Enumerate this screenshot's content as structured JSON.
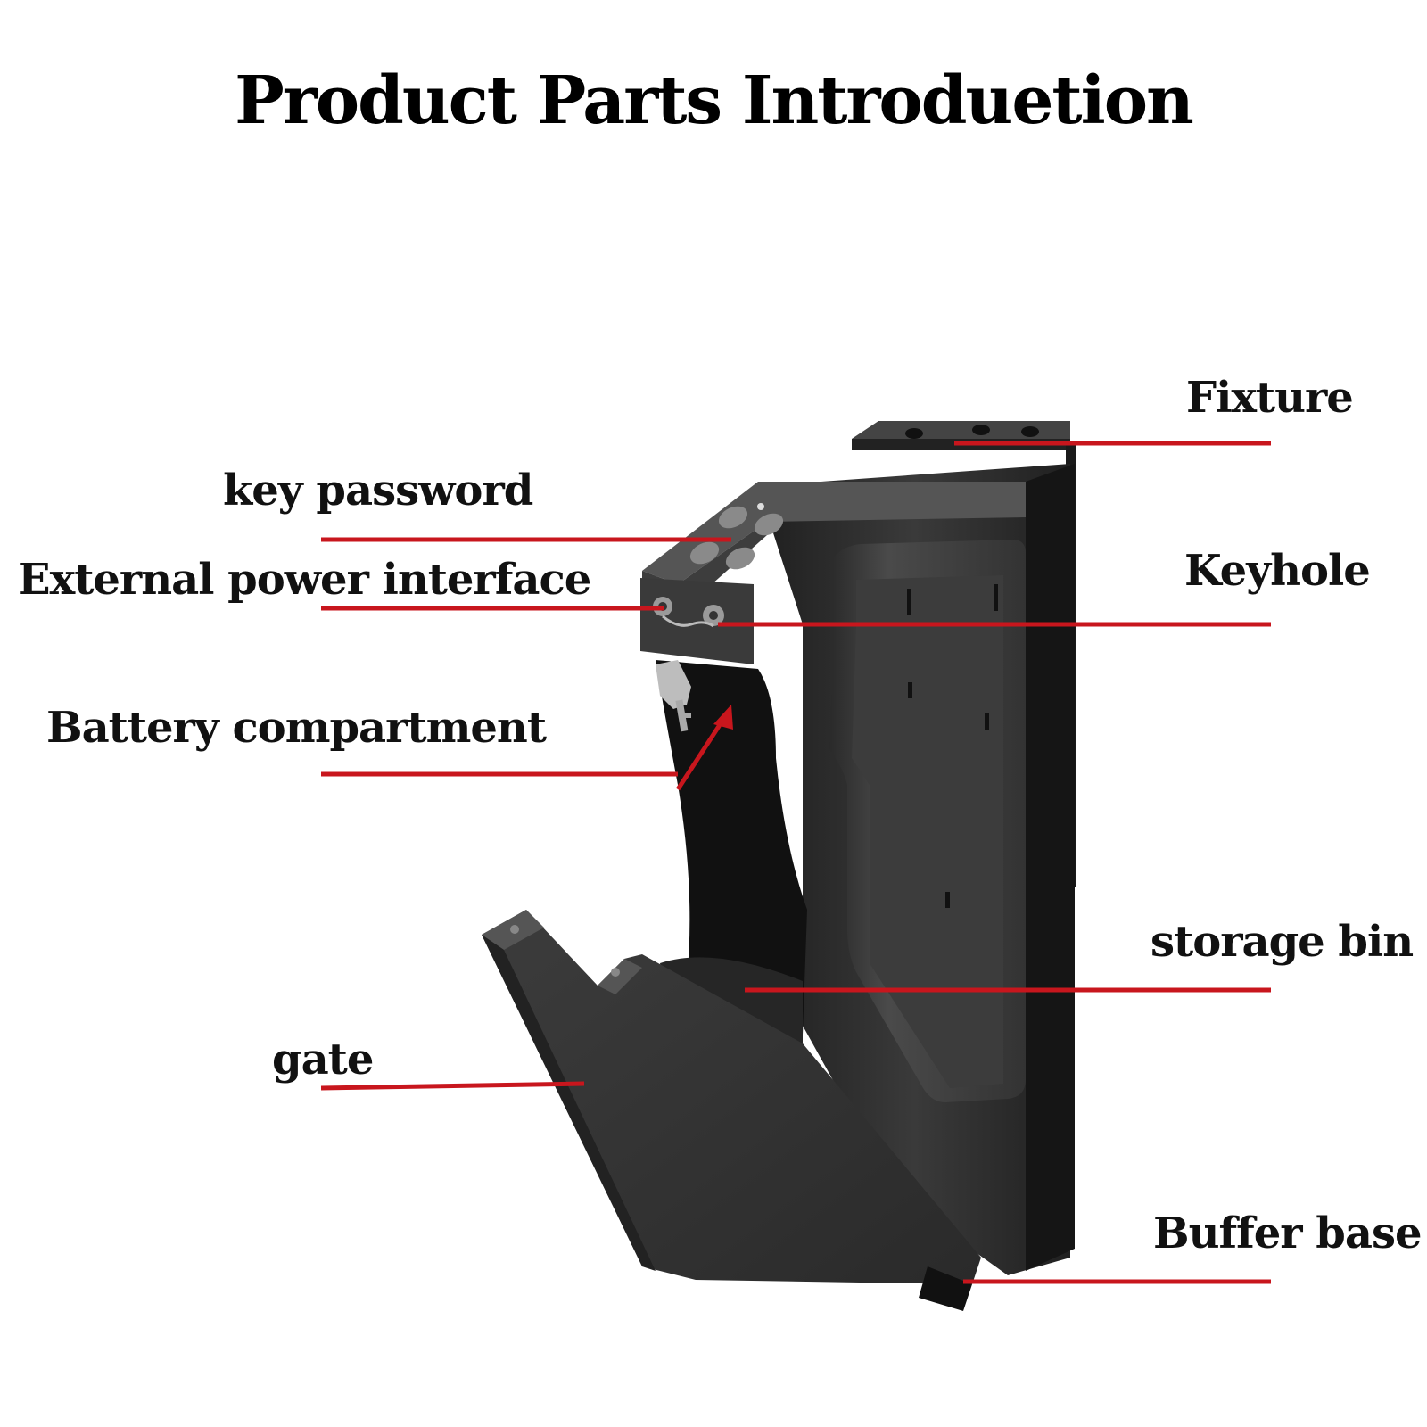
{
  "title": "Product Parts Introduetion",
  "colors": {
    "leader": "#c8161d",
    "body": "#2b2b2b",
    "text": "#111111"
  },
  "labels": {
    "fixture": "Fixture",
    "key_password": "key password",
    "external_power": "External power interface",
    "keyhole": "Keyhole",
    "battery": "Battery compartment",
    "storage_bin": "storage bin",
    "gate": "gate",
    "buffer_base": "Buffer base"
  }
}
